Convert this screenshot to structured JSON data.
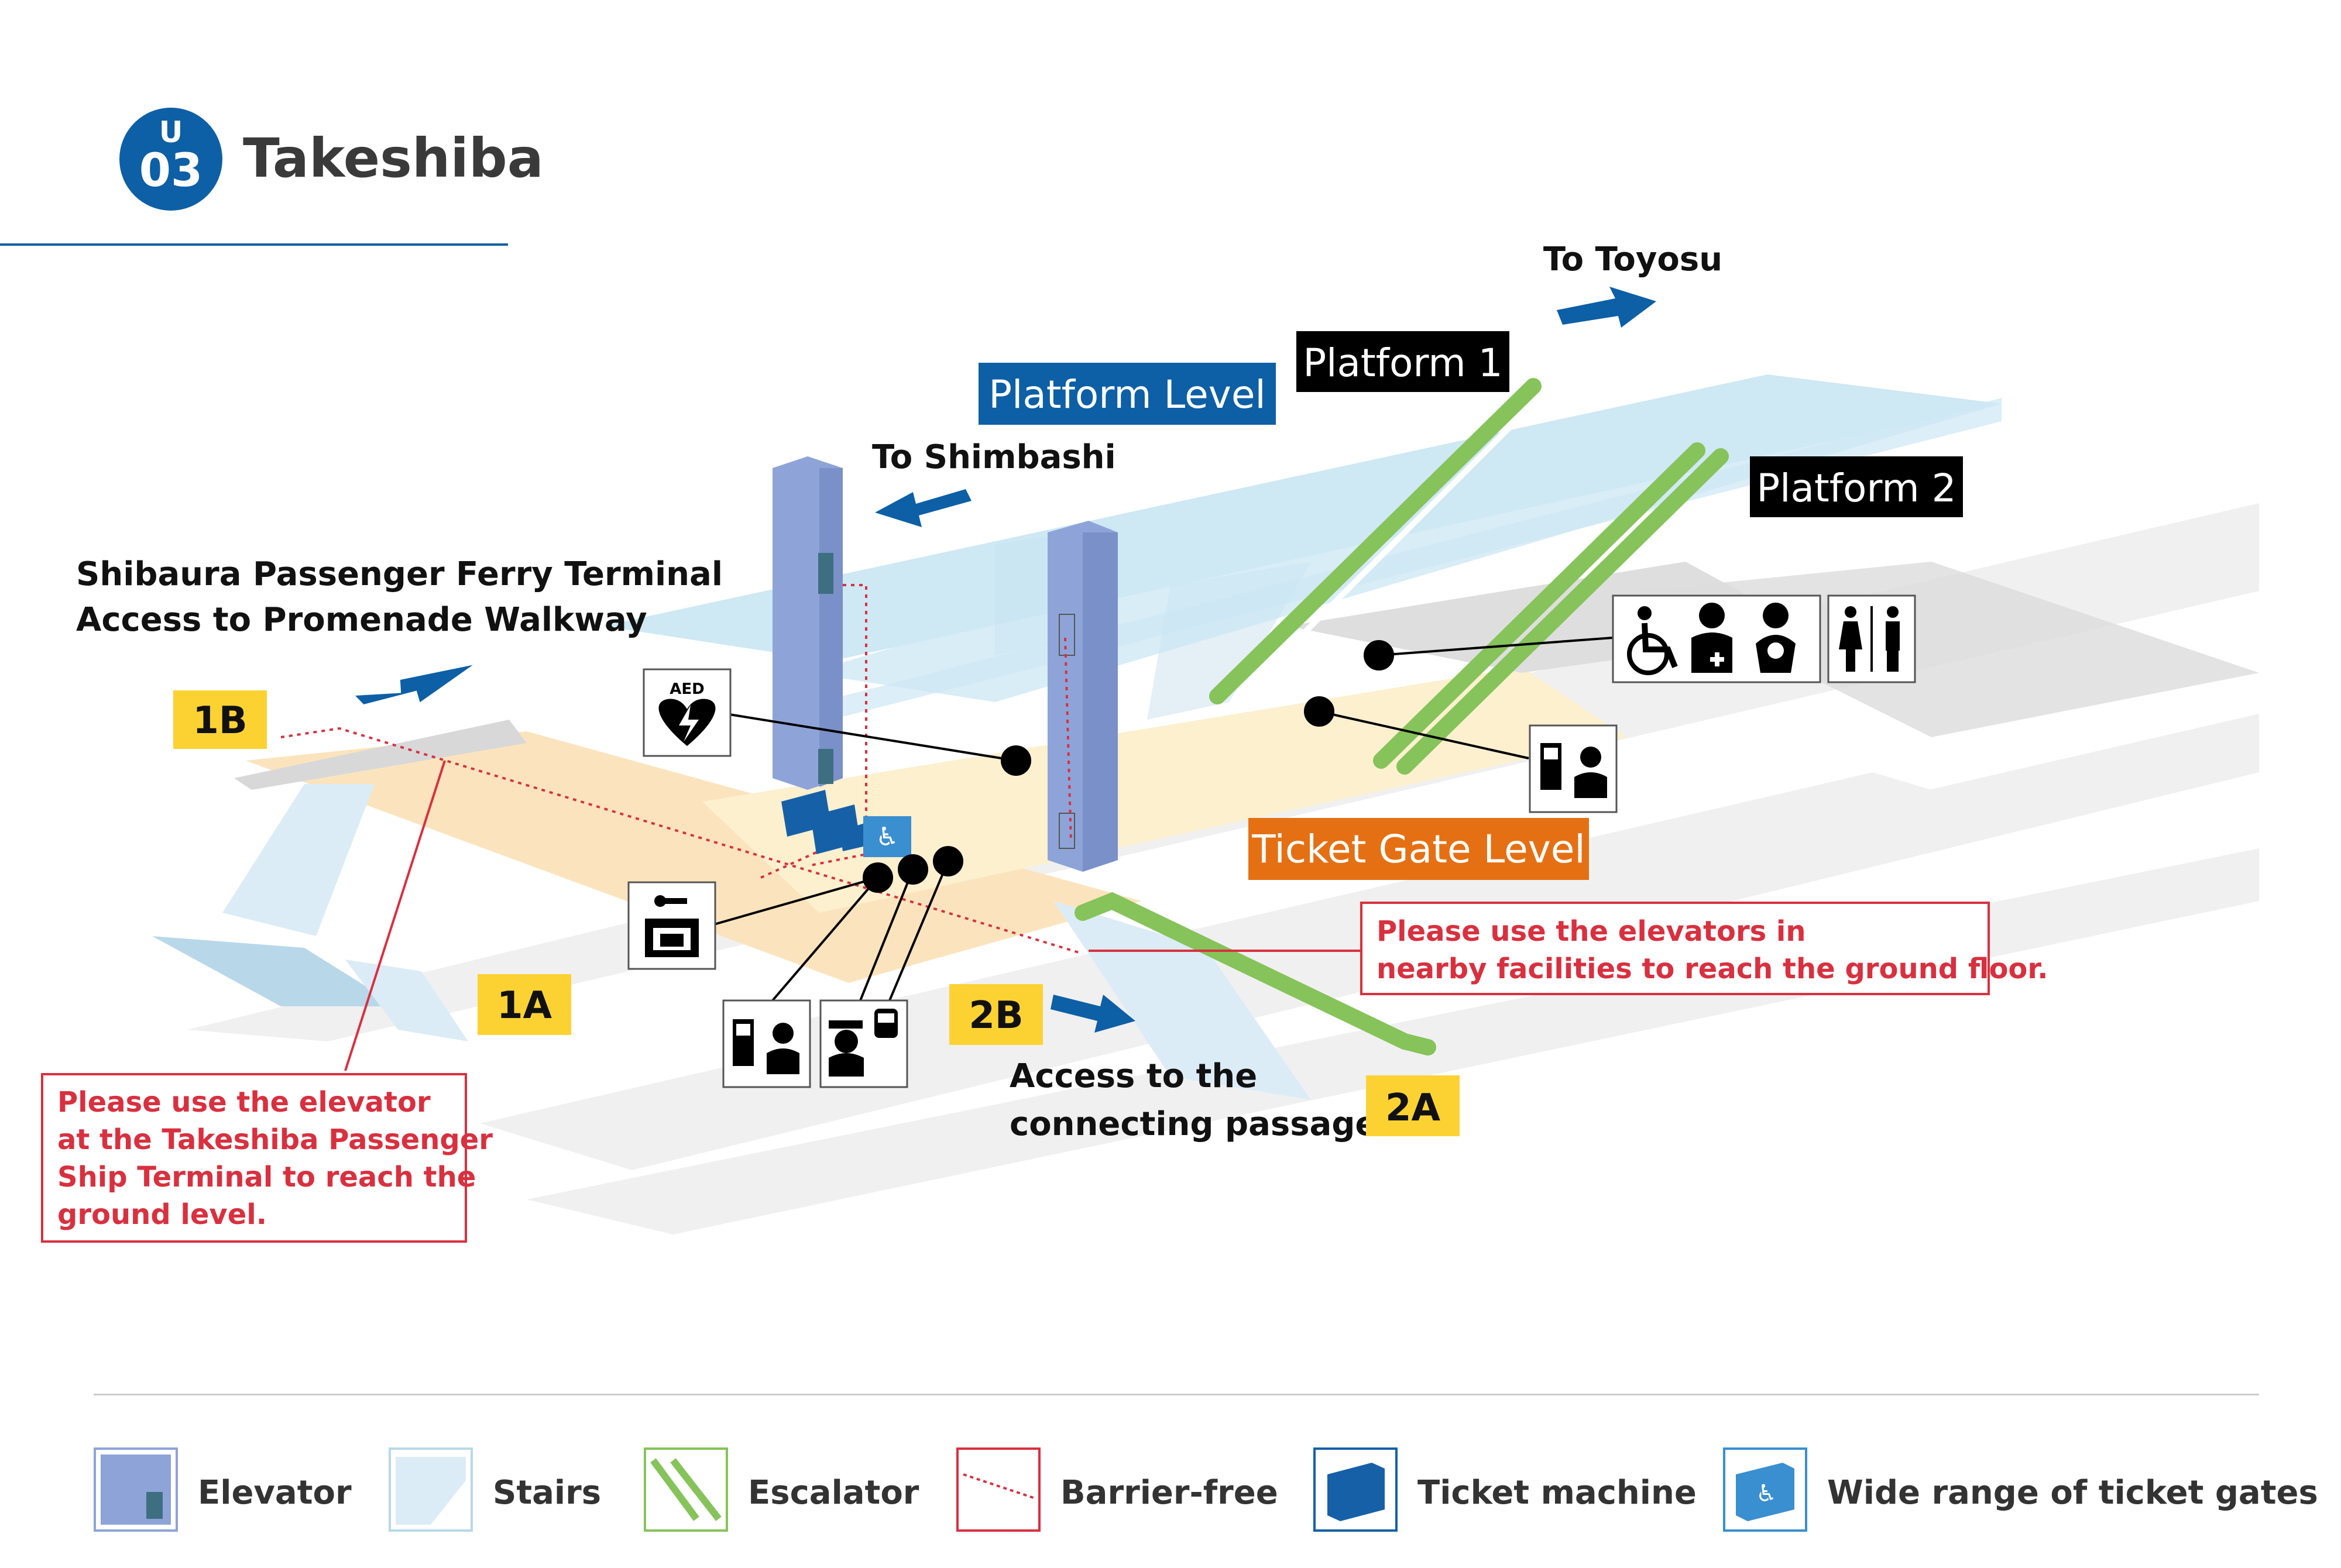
{
  "header": {
    "line_letter": "U",
    "station_number": "03",
    "station_name": "Takeshiba"
  },
  "levels": {
    "platform_level": "Platform Level",
    "ticket_gate_level": "Ticket Gate Level"
  },
  "platforms": {
    "platform_1": "Platform 1",
    "platform_2": "Platform 2"
  },
  "directions": {
    "to_toyosu": "To Toyosu",
    "to_shimbashi": "To Shimbashi",
    "ferry_line1": "Shibaura Passenger Ferry Terminal",
    "ferry_line2": "Access to Promenade Walkway",
    "connecting_line1": "Access to the",
    "connecting_line2": "connecting passage"
  },
  "exits": [
    "1A",
    "1B",
    "2A",
    "2B"
  ],
  "notes": {
    "left_note": [
      "Please use the elevator",
      "at the Takeshiba Passenger",
      "Ship Terminal to reach the",
      "ground level."
    ],
    "right_note": [
      "Please use the elevators in",
      "nearby facilities to reach the ground floor."
    ]
  },
  "facility_icons": {
    "aed_label": "AED",
    "icons": [
      "aed-icon",
      "locker-icon",
      "fare-adjustment-icon",
      "station-staff-icon",
      "wheelchair-icon",
      "first-aid-icon",
      "baby-care-icon",
      "restroom-icon"
    ]
  },
  "legend": {
    "items": [
      {
        "label": "Elevator",
        "icon": "elevator-icon"
      },
      {
        "label": "Stairs",
        "icon": "stairs-icon"
      },
      {
        "label": "Escalator",
        "icon": "escalator-icon"
      },
      {
        "label": "Barrier-free",
        "icon": "barrier-free-icon"
      },
      {
        "label": "Ticket machine",
        "icon": "ticket-machine-icon"
      },
      {
        "label": "Wide range of ticket gates",
        "icon": "wide-gate-icon"
      }
    ]
  },
  "colors": {
    "brand_blue": "#0d5fa6",
    "platform_fill": "#c9e6f3",
    "concourse_fill": "#fbe3b9",
    "elevator_fill": "#8ea4d8",
    "escalator": "#86c35a",
    "exit_badge": "#fcd232",
    "barrier_free": "#d9303f",
    "level_orange": "#e57014",
    "platform_badge": "#000000"
  }
}
